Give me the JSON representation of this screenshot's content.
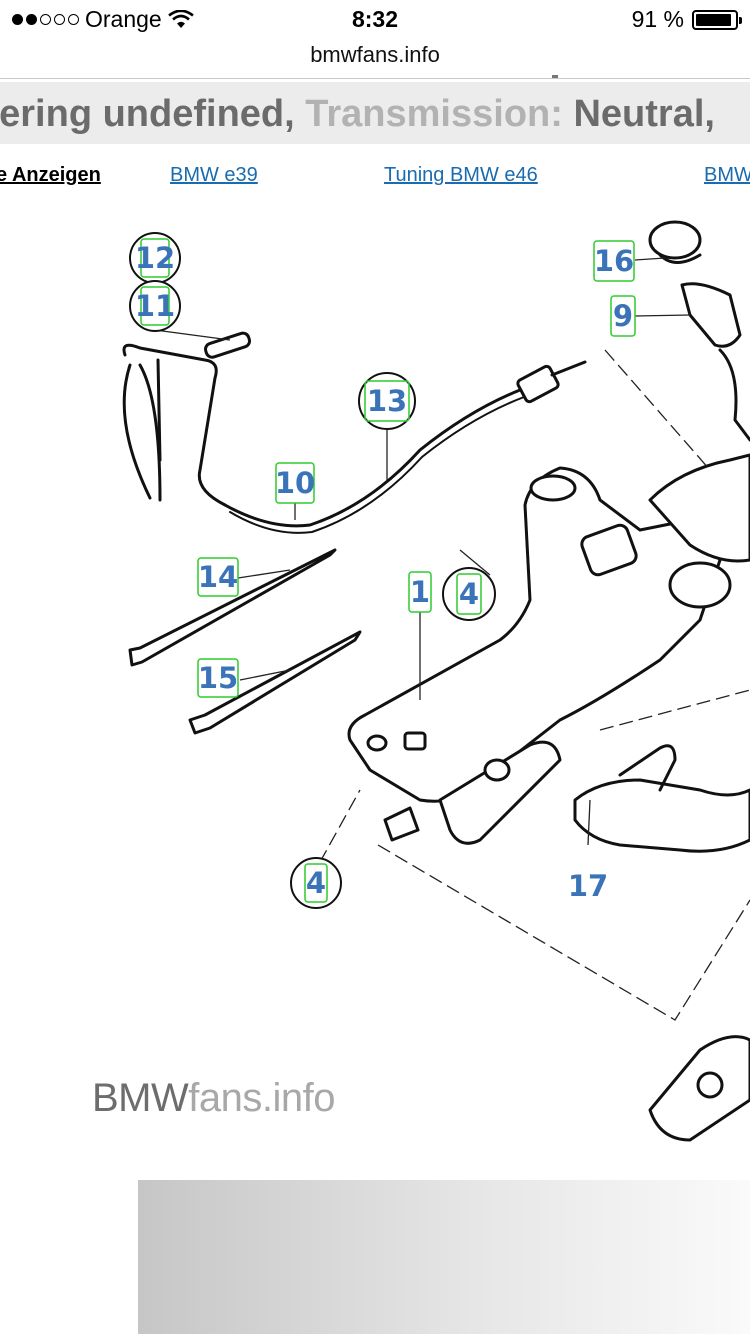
{
  "status_bar": {
    "carrier": "Orange",
    "time": "8:32",
    "battery_text": "91 %",
    "battery_level": 0.91
  },
  "url_bar": {
    "domain": "bmwfans.info"
  },
  "info_bar": {
    "steering_fragment": "eering undefined,",
    "transmission_label": "Transmission:",
    "transmission_value": "Neutral,"
  },
  "nav_links": [
    {
      "label": "e Anzeigen"
    },
    {
      "label": "BMW e39"
    },
    {
      "label": "Tuning BMW e46"
    },
    {
      "label": "BMW"
    }
  ],
  "diagram": {
    "callouts": [
      "12",
      "11",
      "16",
      "9",
      "13",
      "10",
      "14",
      "1",
      "4",
      "15",
      "4",
      "17"
    ]
  },
  "watermark": {
    "brand": "BMW",
    "suffix": "fans.info"
  },
  "colors": {
    "callout_text": "#3b73b9",
    "callout_box": "#2ecc2e",
    "link": "#1a6bb0"
  }
}
